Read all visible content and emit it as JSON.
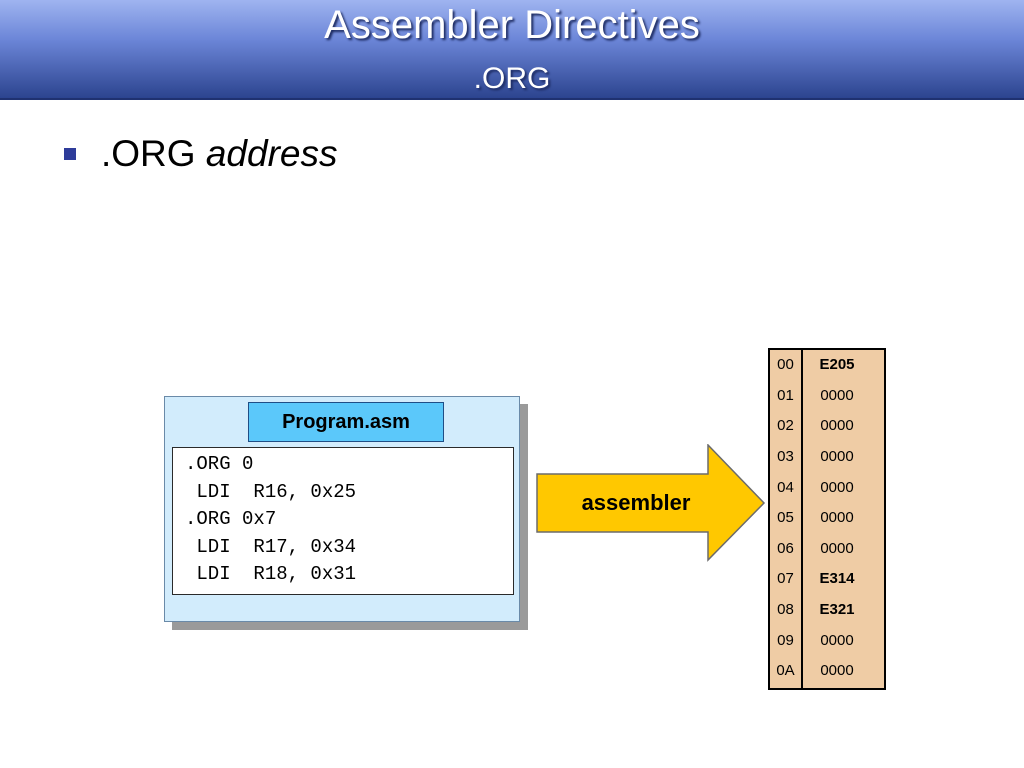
{
  "title": {
    "main": "Assembler Directives",
    "sub": ".ORG"
  },
  "bullet": {
    "keyword": ".ORG ",
    "argument": "address"
  },
  "program": {
    "filename": "Program.asm",
    "lines": [
      ".ORG 0",
      " LDI  R16, 0x25",
      ".ORG 0x7",
      " LDI  R17, 0x34",
      " LDI  R18, 0x31"
    ]
  },
  "arrow": {
    "label": "assembler"
  },
  "memory": {
    "rows": [
      {
        "addr": "00",
        "value": "E205",
        "bold": true
      },
      {
        "addr": "01",
        "value": "0000",
        "bold": false
      },
      {
        "addr": "02",
        "value": "0000",
        "bold": false
      },
      {
        "addr": "03",
        "value": "0000",
        "bold": false
      },
      {
        "addr": "04",
        "value": "0000",
        "bold": false
      },
      {
        "addr": "05",
        "value": "0000",
        "bold": false
      },
      {
        "addr": "06",
        "value": "0000",
        "bold": false
      },
      {
        "addr": "07",
        "value": "E314",
        "bold": true
      },
      {
        "addr": "08",
        "value": "E321",
        "bold": true
      },
      {
        "addr": "09",
        "value": "0000",
        "bold": false
      },
      {
        "addr": "0A",
        "value": "0000",
        "bold": false
      }
    ]
  },
  "colors": {
    "title_gradient_top": "#9fb4f0",
    "title_gradient_bottom": "#2c448f",
    "bullet_marker": "#2e3c9a",
    "program_box": "#d2ecfc",
    "program_title": "#5bc8fa",
    "arrow_fill": "#ffc800",
    "memory_fill": "#efcca5"
  }
}
